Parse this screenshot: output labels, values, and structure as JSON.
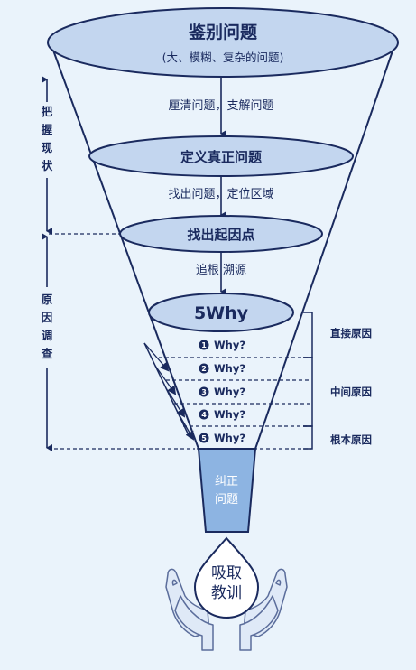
{
  "stages": {
    "identify": {
      "title": "鉴别问题",
      "subtitle": "(大、模糊、复杂的问题)"
    },
    "clarify_note": "厘清问题，支解问题",
    "define": {
      "title": "定义真正问题"
    },
    "locate_note": "找出问题，定位区域",
    "origin": {
      "title": "找出起因点"
    },
    "trace_note": "追根 溯源",
    "five_why": {
      "title": "5Why"
    }
  },
  "whys": [
    {
      "num": "1",
      "label": "Why?"
    },
    {
      "num": "2",
      "label": "Why?"
    },
    {
      "num": "3",
      "label": "Why?"
    },
    {
      "num": "4",
      "label": "Why?"
    },
    {
      "num": "5",
      "label": "Why?"
    }
  ],
  "causes": {
    "direct": "直接原因",
    "middle": "中间原因",
    "root": "根本原因"
  },
  "side_labels": {
    "grasp": [
      "把",
      "握",
      "现",
      "状"
    ],
    "investigate": [
      "原",
      "因",
      "调",
      "查"
    ]
  },
  "correct_label": [
    "纠正",
    "问题"
  ],
  "lesson_label": [
    "吸取",
    "教训"
  ],
  "colors": {
    "line": "#1a2a5e",
    "ellipse_fill": "#c3d6ef",
    "tube_fill": "#8db4e2",
    "background": "#eaf3fb"
  }
}
